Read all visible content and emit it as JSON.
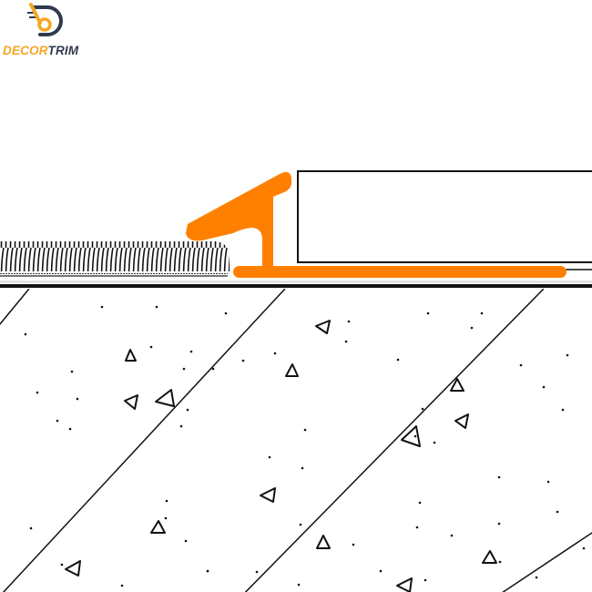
{
  "logo": {
    "brand_part1": "DECOR",
    "brand_part2": "TRIM",
    "colors": {
      "accent": "#f5a623",
      "dark": "#2f3a4f"
    }
  },
  "diagram": {
    "subject": "transition trim profile between carpet and tile on concrete substrate",
    "profile_color": "#ff8000",
    "components": [
      "carpet",
      "trim-profile",
      "tile",
      "concrete-screed"
    ],
    "line_color": "#111111"
  }
}
